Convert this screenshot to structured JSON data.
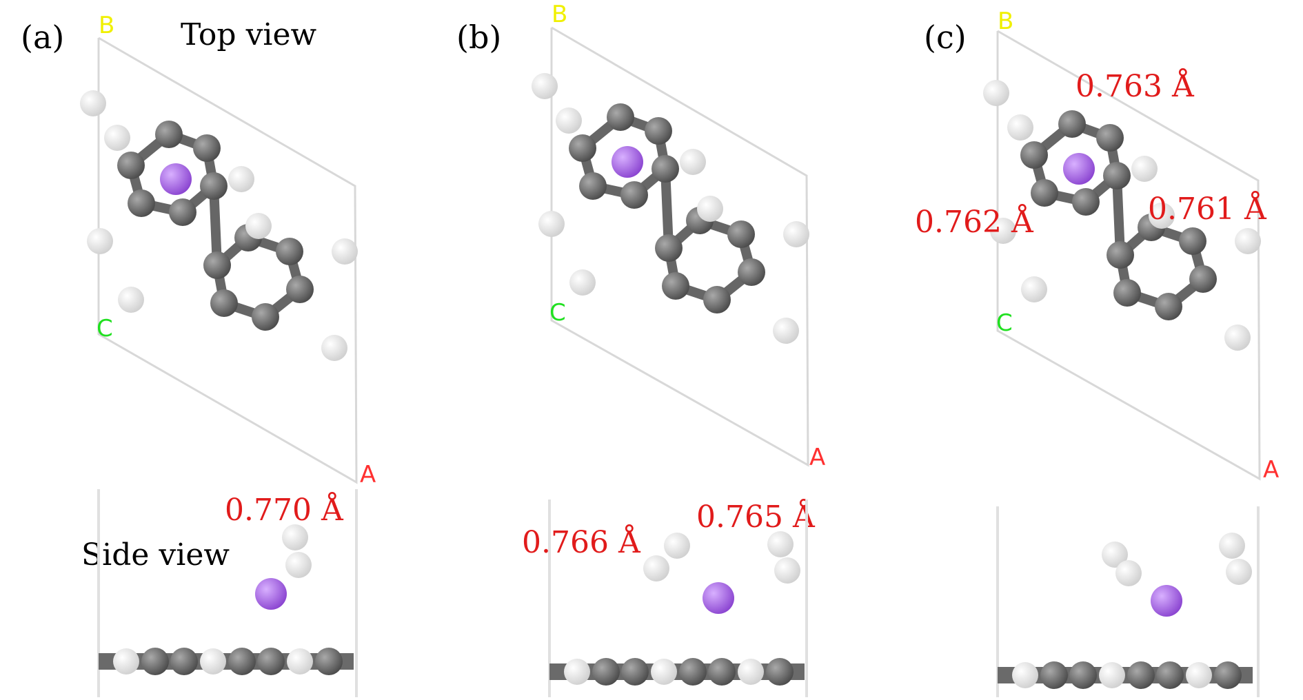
{
  "panels": [
    {
      "id": "a",
      "label": "(a)",
      "top_view_title": "Top view",
      "side_view_title": "Side view",
      "axes": {
        "b": "B",
        "c": "C",
        "a": "A"
      },
      "annotations": [
        "0.770 Å"
      ]
    },
    {
      "id": "b",
      "label": "(b)",
      "axes": {
        "b": "B",
        "c": "C",
        "a": "A"
      },
      "annotations": [
        "0.766 Å",
        "0.765 Å"
      ]
    },
    {
      "id": "c",
      "label": "(c)",
      "axes": {
        "b": "B",
        "c": "C",
        "a": "A"
      },
      "annotations": [
        "0.763 Å",
        "0.762 Å",
        "0.761 Å"
      ]
    }
  ],
  "colors": {
    "carbon": "#5a5a5a",
    "hydrogen": "#f2f2f2",
    "metal": "#a060e0",
    "annotation": "#e11b1b",
    "axis_b": "#f0f000",
    "axis_c": "#20e020",
    "axis_a": "#ff3030",
    "cell": "#d8d8d8"
  }
}
